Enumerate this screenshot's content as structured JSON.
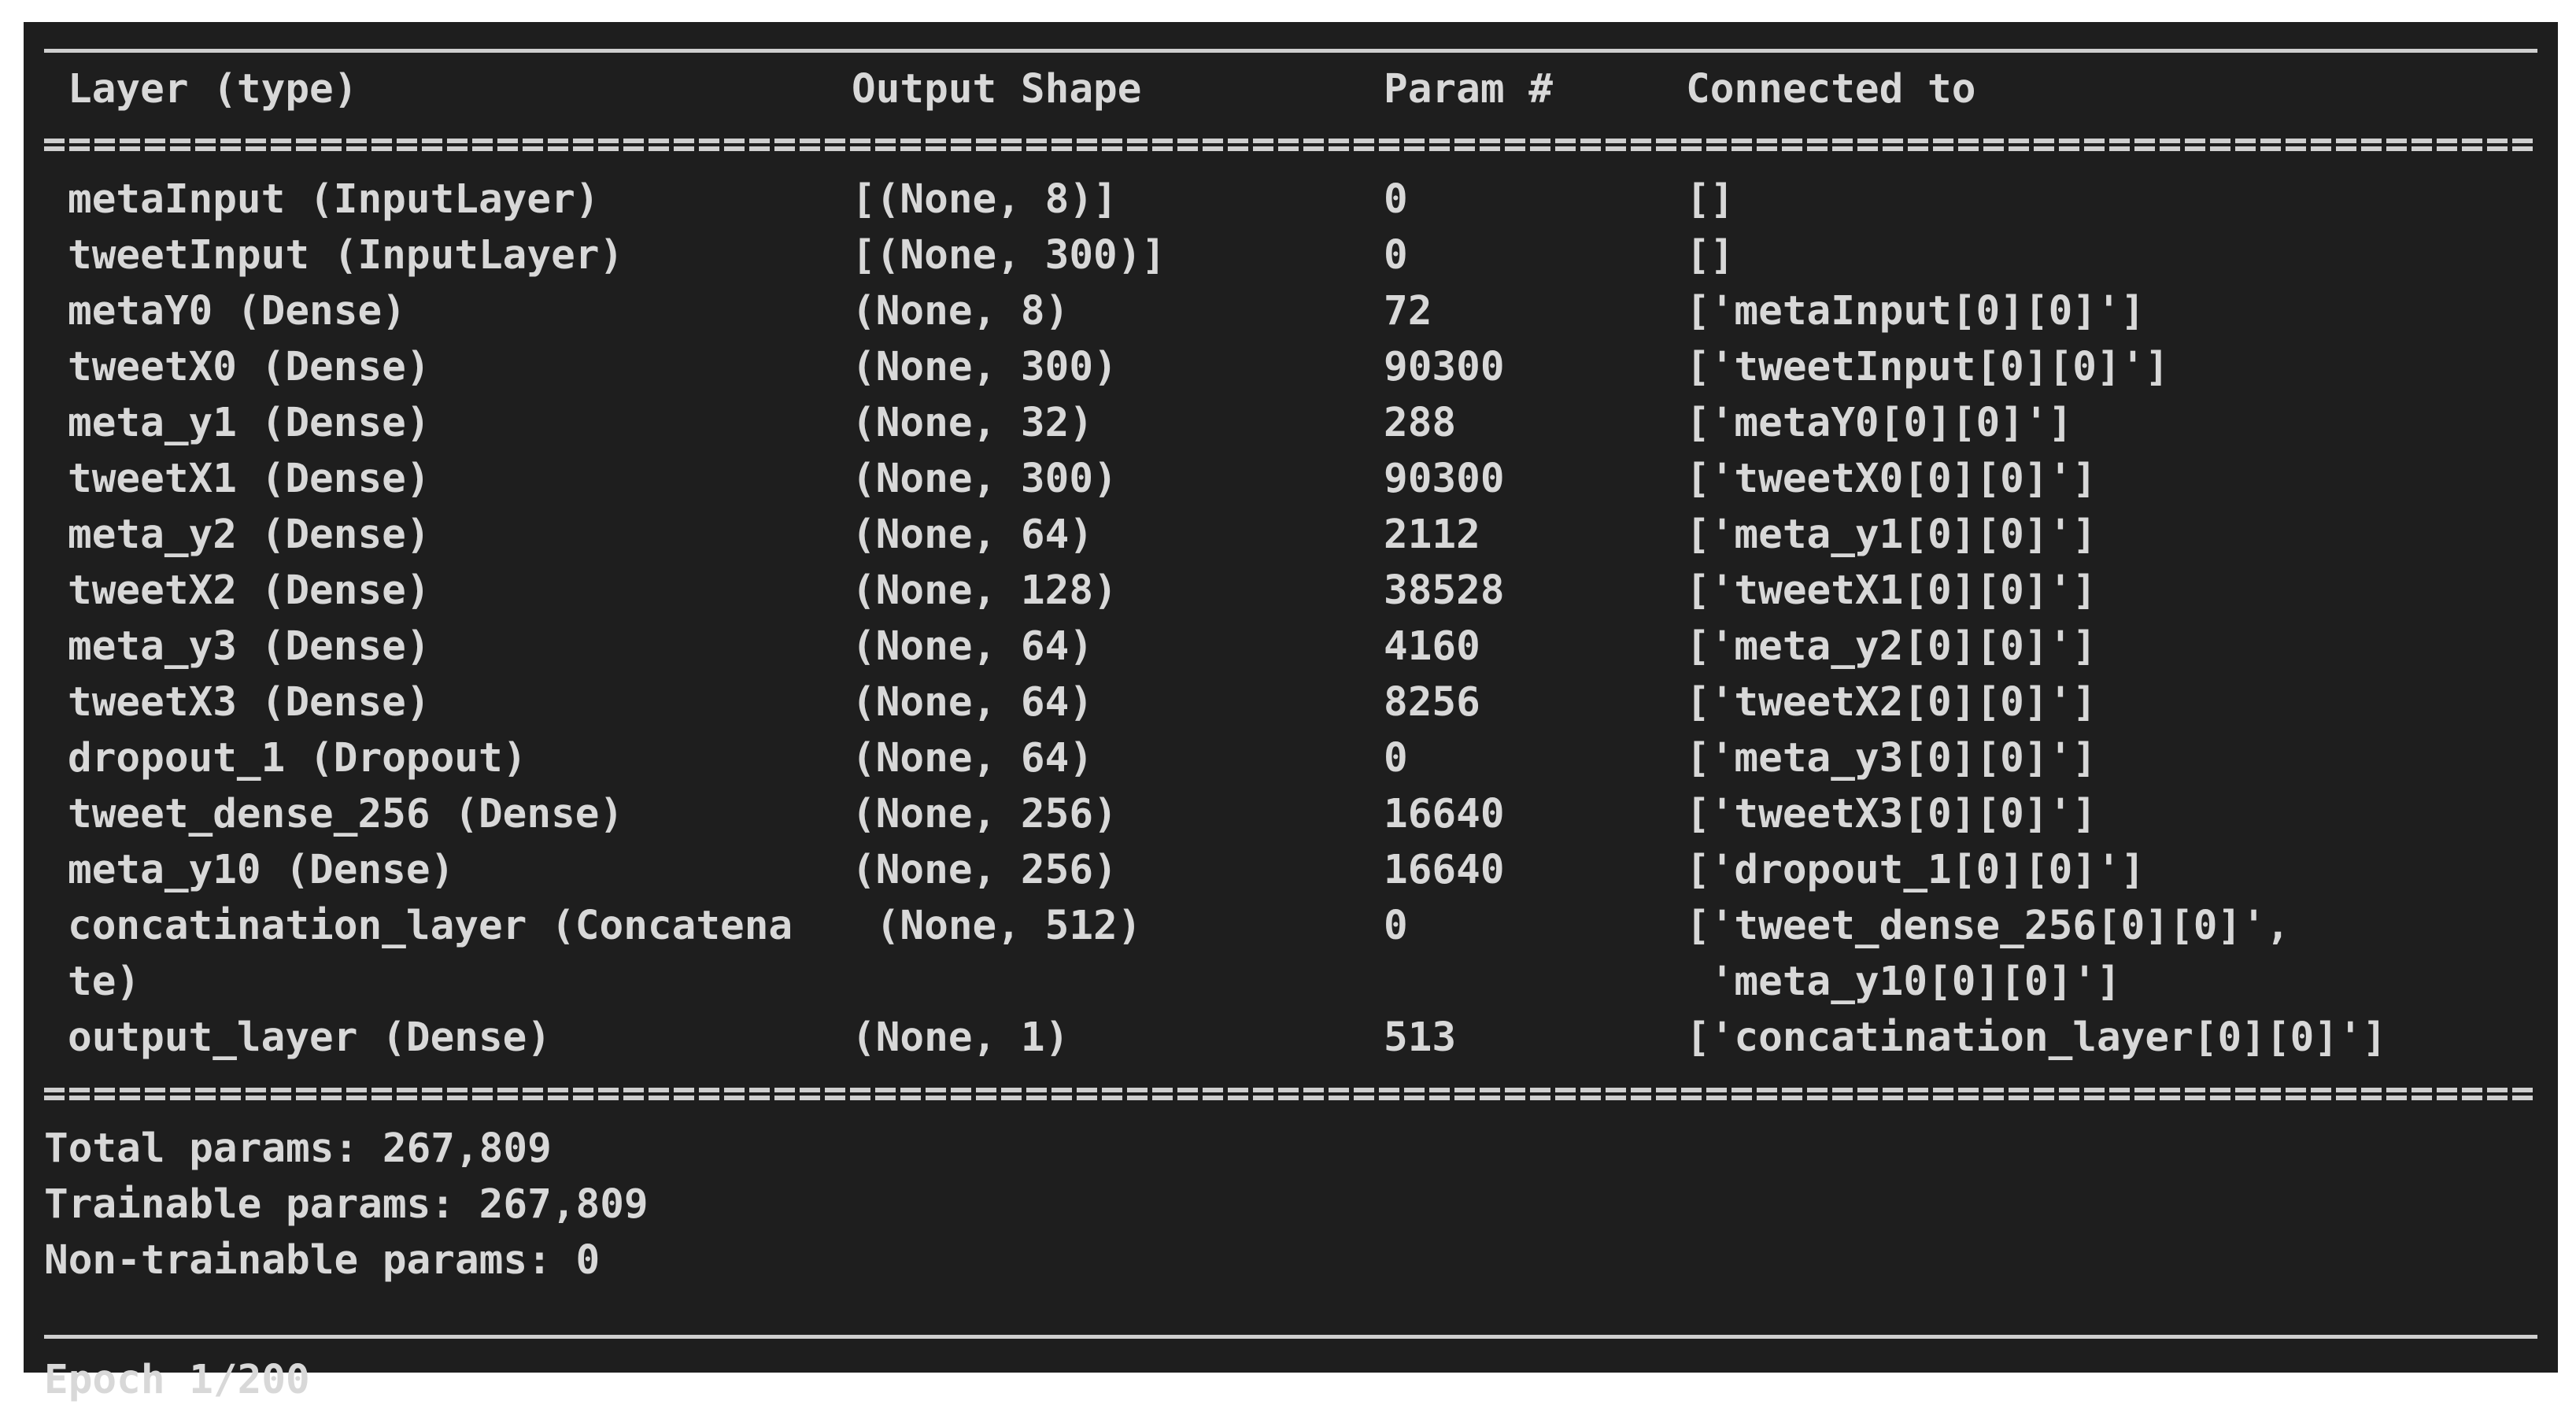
{
  "header": {
    "layer": "Layer (type)",
    "shape": "Output Shape",
    "param": "Param #",
    "connected": "Connected to"
  },
  "rows": [
    {
      "layer": "metaInput (InputLayer)",
      "shape": "[(None, 8)]",
      "param": "0",
      "connected": "[]"
    },
    {
      "layer": "tweetInput (InputLayer)",
      "shape": "[(None, 300)]",
      "param": "0",
      "connected": "[]"
    },
    {
      "layer": "metaY0 (Dense)",
      "shape": "(None, 8)",
      "param": "72",
      "connected": "['metaInput[0][0]']"
    },
    {
      "layer": "tweetX0 (Dense)",
      "shape": "(None, 300)",
      "param": "90300",
      "connected": "['tweetInput[0][0]']"
    },
    {
      "layer": "meta_y1 (Dense)",
      "shape": "(None, 32)",
      "param": "288",
      "connected": "['metaY0[0][0]']"
    },
    {
      "layer": "tweetX1 (Dense)",
      "shape": "(None, 300)",
      "param": "90300",
      "connected": "['tweetX0[0][0]']"
    },
    {
      "layer": "meta_y2 (Dense)",
      "shape": "(None, 64)",
      "param": "2112",
      "connected": "['meta_y1[0][0]']"
    },
    {
      "layer": "tweetX2 (Dense)",
      "shape": "(None, 128)",
      "param": "38528",
      "connected": "['tweetX1[0][0]']"
    },
    {
      "layer": "meta_y3 (Dense)",
      "shape": "(None, 64)",
      "param": "4160",
      "connected": "['meta_y2[0][0]']"
    },
    {
      "layer": "tweetX3 (Dense)",
      "shape": "(None, 64)",
      "param": "8256",
      "connected": "['tweetX2[0][0]']"
    },
    {
      "layer": "dropout_1 (Dropout)",
      "shape": "(None, 64)",
      "param": "0",
      "connected": "['meta_y3[0][0]']"
    },
    {
      "layer": "tweet_dense_256 (Dense)",
      "shape": "(None, 256)",
      "param": "16640",
      "connected": "['tweetX3[0][0]']"
    },
    {
      "layer": "meta_y10 (Dense)",
      "shape": "(None, 256)",
      "param": "16640",
      "connected": "['dropout_1[0][0]']"
    },
    {
      "layer": "concatination_layer (Concatena",
      "shape": " (None, 512)",
      "param": "0",
      "connected": "['tweet_dense_256[0][0]',"
    },
    {
      "layer": "te)",
      "shape": "",
      "param": "",
      "connected": " 'meta_y10[0][0]']"
    },
    {
      "layer": "output_layer (Dense)",
      "shape": "(None, 1)",
      "param": "513",
      "connected": "['concatination_layer[0][0]']"
    }
  ],
  "summary": {
    "total": "Total params: 267,809",
    "trainable": "Trainable params: 267,809",
    "non_trainable": "Non-trainable params: 0"
  },
  "footer": {
    "epoch": "Epoch 1/200"
  }
}
